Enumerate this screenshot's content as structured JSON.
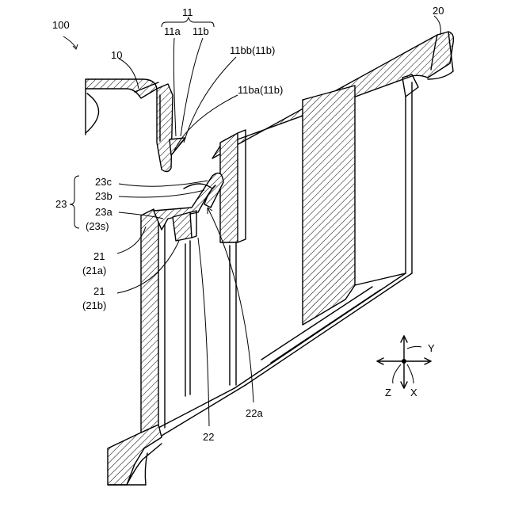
{
  "figure": {
    "ref_100": "100",
    "ref_10": "10",
    "ref_11": "11",
    "ref_11a": "11a",
    "ref_11b": "11b",
    "ref_11bb": "11bb(11b)",
    "ref_11ba": "11ba(11b)",
    "ref_20": "20",
    "ref_23": "23",
    "ref_23c": "23c",
    "ref_23b": "23b",
    "ref_23a": "23a",
    "ref_23s": "(23s)",
    "ref_21a_num": "21",
    "ref_21a_sub": "(21a)",
    "ref_21b_num": "21",
    "ref_21b_sub": "(21b)",
    "ref_22": "22",
    "ref_22a": "22a"
  },
  "axes": {
    "y": "Y",
    "z": "Z",
    "x": "X"
  }
}
